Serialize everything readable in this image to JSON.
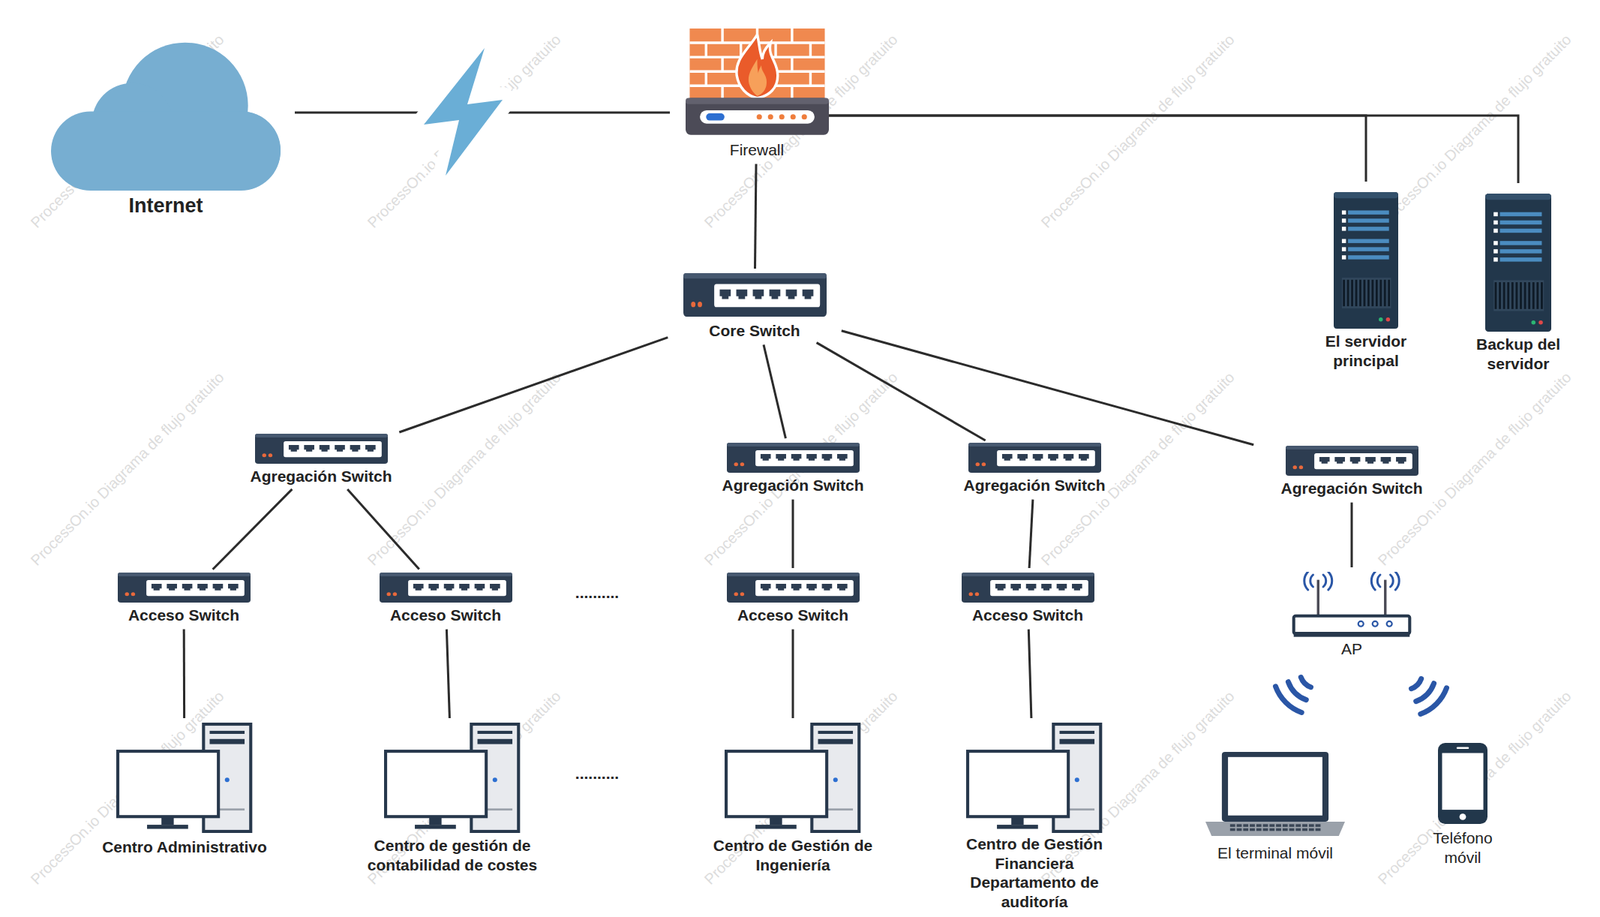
{
  "diagram": {
    "nodes": [
      {
        "text": [
          "Internet"
        ]
      },
      {
        "text": [
          "Firewall"
        ]
      },
      {
        "text": [
          "Core Switch"
        ]
      },
      {
        "text": [
          "El servidor principal"
        ]
      },
      {
        "text": [
          "Backup del servidor"
        ]
      },
      {
        "text": [
          "Agregación Switch"
        ]
      },
      {
        "text": [
          "Agregación Switch"
        ]
      },
      {
        "text": [
          "Agregación Switch"
        ]
      },
      {
        "text": [
          "Agregación Switch"
        ]
      },
      {
        "text": [
          "Acceso Switch"
        ]
      },
      {
        "text": [
          "Acceso Switch"
        ]
      },
      {
        "text": [
          "Acceso Switch"
        ]
      },
      {
        "text": [
          "Acceso Switch"
        ]
      },
      {
        "text": [
          "AP"
        ]
      },
      {
        "text": [
          "Centro Administrativo"
        ]
      },
      {
        "text": [
          "Centro de gestión de contabilidad de costes"
        ]
      },
      {
        "text": [
          "Centro de Gestión de Ingeniería"
        ]
      },
      {
        "text": [
          "Centro de Gestión Financiera Departamento de auditoría"
        ]
      },
      {
        "text": [
          "El terminal móvil"
        ]
      },
      {
        "text": [
          "Teléfono móvil"
        ]
      }
    ],
    "edges": [
      {
        "from": 0,
        "to": 1,
        "arrow": "none"
      },
      {
        "from": 1,
        "to": 2,
        "arrow": "none"
      },
      {
        "from": 1,
        "to": 3,
        "arrow": "none"
      },
      {
        "from": 1,
        "to": 4,
        "arrow": "none"
      },
      {
        "from": 2,
        "to": 5,
        "arrow": "none"
      },
      {
        "from": 2,
        "to": 6,
        "arrow": "none"
      },
      {
        "from": 2,
        "to": 7,
        "arrow": "none"
      },
      {
        "from": 2,
        "to": 8,
        "arrow": "none"
      },
      {
        "from": 5,
        "to": 9,
        "arrow": "none"
      },
      {
        "from": 5,
        "to": 10,
        "arrow": "none"
      },
      {
        "from": 6,
        "to": 11,
        "arrow": "none"
      },
      {
        "from": 7,
        "to": 12,
        "arrow": "none"
      },
      {
        "from": 8,
        "to": 13,
        "arrow": "none"
      },
      {
        "from": 9,
        "to": 14,
        "arrow": "none"
      },
      {
        "from": 10,
        "to": 15,
        "arrow": "none"
      },
      {
        "from": 11,
        "to": 16,
        "arrow": "none"
      },
      {
        "from": 12,
        "to": 17,
        "arrow": "none"
      }
    ],
    "labels": [
      "..........",
      "..........",
      "ProcessOn.io Diagrama de flujo gratuito",
      "ProcessOn.io Diagrama de flujo gratuito",
      "ProcessOn.io Diagrama de flujo gratuito",
      "ProcessOn.io Diagrama de flujo gratuito",
      "ProcessOn.io Diagrama de flujo gratuito",
      "ProcessOn.io Diagrama de flujo gratuito",
      "ProcessOn.io Diagrama de flujo gratuito",
      "ProcessOn.io Diagrama de flujo gratuito",
      "ProcessOn.io Diagrama de flujo gratuito",
      "ProcessOn.io Diagrama de flujo gratuito",
      "ProcessOn.io Diagrama de flujo gratuito",
      "ProcessOn.io Diagrama de flujo gratuito",
      "ProcessOn.io Diagrama de flujo gratuito",
      "ProcessOn.io Diagrama de flujo gratuito",
      "ProcessOn.io Diagrama de flujo gratuito"
    ]
  }
}
